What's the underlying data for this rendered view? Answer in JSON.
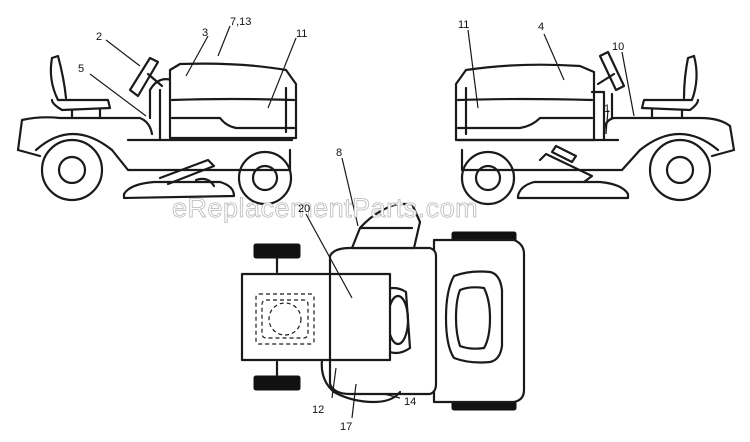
{
  "watermark": "eReplacementParts.com",
  "callouts": [
    {
      "id": "c2",
      "text": "2"
    },
    {
      "id": "c3",
      "text": "3"
    },
    {
      "id": "c713",
      "text": "7,13"
    },
    {
      "id": "c11a",
      "text": "11"
    },
    {
      "id": "c5",
      "text": "5"
    },
    {
      "id": "c11b",
      "text": "11"
    },
    {
      "id": "c4",
      "text": "4"
    },
    {
      "id": "c10",
      "text": "10"
    },
    {
      "id": "c1",
      "text": "1"
    },
    {
      "id": "c8",
      "text": "8"
    },
    {
      "id": "c20",
      "text": "20"
    },
    {
      "id": "c12",
      "text": "12"
    },
    {
      "id": "c14",
      "text": "14"
    },
    {
      "id": "c17",
      "text": "17"
    }
  ]
}
